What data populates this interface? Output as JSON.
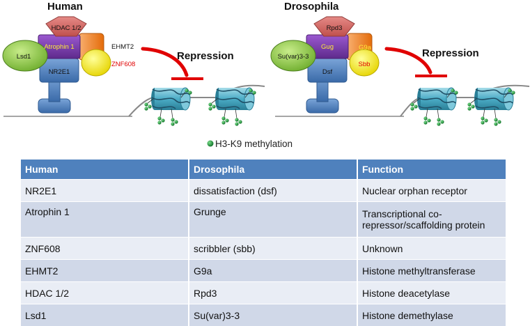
{
  "panels": [
    {
      "title": "Human",
      "proteins": {
        "top": "HDAC 1/2",
        "middle": "Atrophin 1",
        "left": "Lsd1",
        "base": "NR2E1",
        "orange": "EHMT2",
        "yellow": "ZNF608"
      },
      "repression": "Repression"
    },
    {
      "title": "Drosophila",
      "proteins": {
        "top": "Rpd3",
        "middle": "Gug",
        "left": "Su(var)3-3",
        "base": "Dsf",
        "orange": "G9a",
        "yellow": "Sbb"
      },
      "repression": "Repression"
    }
  ],
  "legend": "H3-K9 methylation",
  "colors": {
    "header": "#4f81bd",
    "row_light": "#e9edf5",
    "row_dark": "#d0d8e8",
    "hdac": "#d9534f",
    "atrophin": "#7030a0",
    "lsd1": "#92d050",
    "nr2e1": "#4f81bd",
    "ehmt2": "#f79646",
    "znf608": "#ffff00",
    "repression": "#e00000",
    "methyl": "#1e9e3a",
    "nucleosome": "#4bacc6"
  },
  "table": {
    "headers": [
      "Human",
      "Drosophila",
      "Function"
    ],
    "rows": [
      [
        "NR2E1",
        "dissatisfaction (dsf)",
        "Nuclear orphan receptor"
      ],
      [
        "Atrophin 1",
        "Grunge",
        "Transcriptional co-repressor/scaffolding protein"
      ],
      [
        "ZNF608",
        "scribbler (sbb)",
        "Unknown"
      ],
      [
        "EHMT2",
        "G9a",
        "Histone methyltransferase"
      ],
      [
        "HDAC 1/2",
        "Rpd3",
        "Histone deacetylase"
      ],
      [
        "Lsd1",
        "Su(var)3-3",
        "Histone demethylase"
      ]
    ]
  }
}
